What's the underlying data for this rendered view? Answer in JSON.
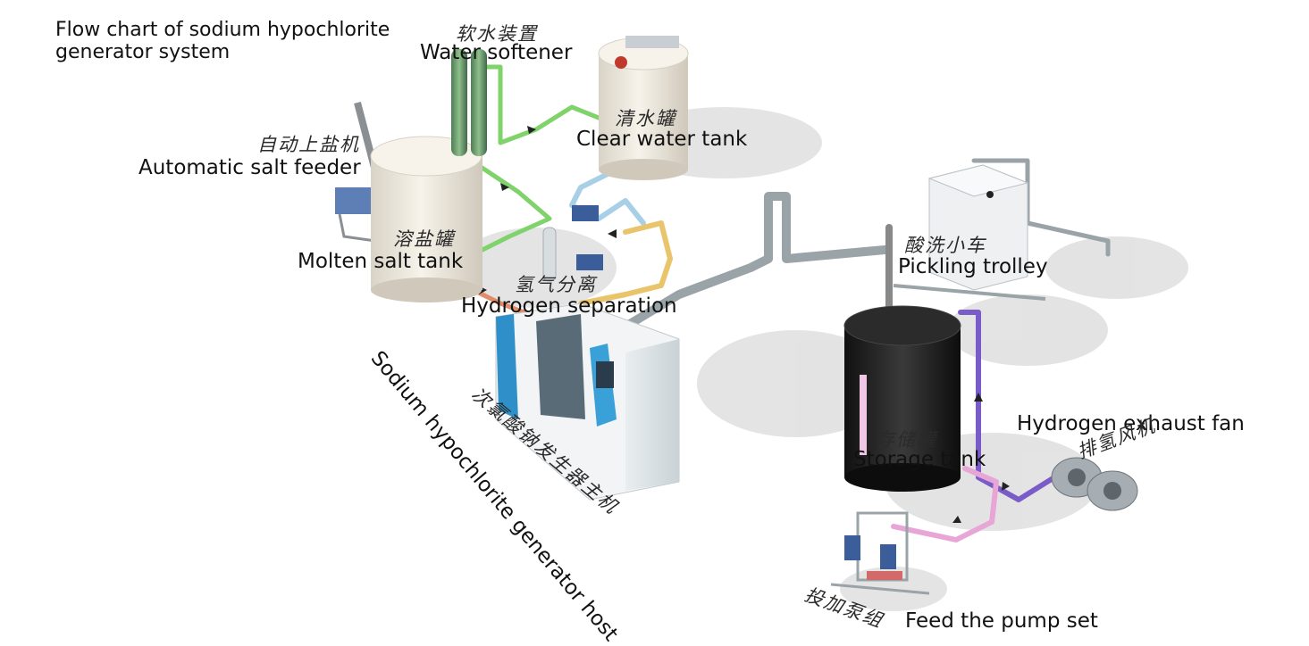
{
  "title": "Flow chart of sodium hypochlorite generator system",
  "components": {
    "water_softener": {
      "zh": "软水装置",
      "en": "Water softener"
    },
    "clear_water_tank": {
      "zh": "清水罐",
      "en": "Clear water tank"
    },
    "salt_feeder": {
      "zh": "自动上盐机",
      "en": "Automatic salt feeder"
    },
    "molten_salt_tank": {
      "zh": "溶盐罐",
      "en": "Molten salt tank"
    },
    "hydrogen_separation": {
      "zh": "氢气分离",
      "en": "Hydrogen separation"
    },
    "generator_host": {
      "zh": "次氯酸钠发生器主机",
      "en": "Sodium hypochlorite generator host"
    },
    "pickling_trolley": {
      "zh": "酸洗小车",
      "en": "Pickling trolley"
    },
    "storage_tank": {
      "zh": "存储罐",
      "en": "Storage tank"
    },
    "exhaust_fan": {
      "zh": "排氢风机",
      "en": "Hydrogen exhaust fan"
    },
    "pump_set": {
      "zh": "投加泵组",
      "en": "Feed the pump set"
    }
  },
  "colors": {
    "water_line": "#7fd36a",
    "brine_line": "#e9c46a",
    "hydrogen_line": "#9aa3a8",
    "product_line": "#7a5cc8",
    "dosing_line": "#e7a6d6",
    "tank_white": "#f3eee4",
    "tank_black": "#1e1e1e",
    "host_accent": "#2f8fc9"
  }
}
